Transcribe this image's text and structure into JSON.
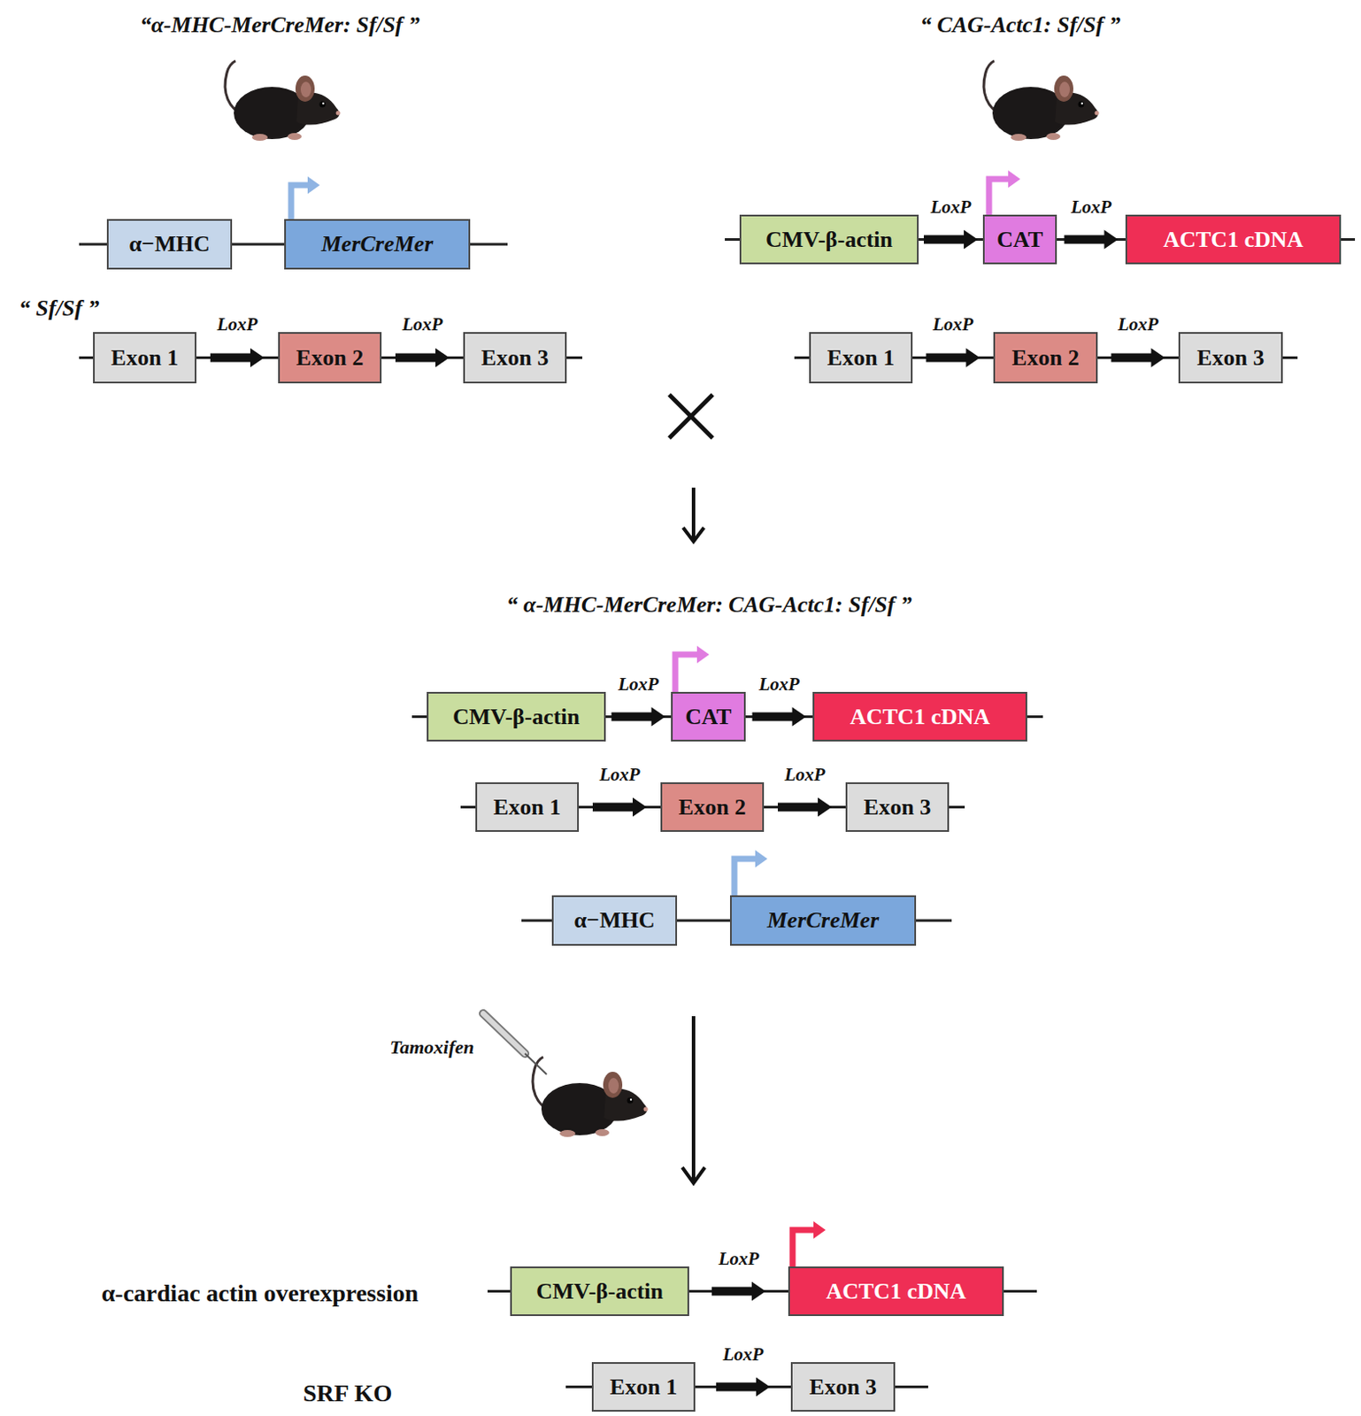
{
  "diagram": {
    "nodes": [
      {
        "text": [
          "α−MHC"
        ]
      },
      {
        "text": [
          "MerCreMer"
        ]
      },
      {
        "text": [
          "CMV-β-actin"
        ]
      },
      {
        "text": [
          "CAT"
        ]
      },
      {
        "text": [
          "ACTC1 cDNA"
        ]
      },
      {
        "text": [
          "Exon 1"
        ]
      },
      {
        "text": [
          "Exon 2"
        ]
      },
      {
        "text": [
          "Exon 3"
        ]
      },
      {
        "text": [
          "Exon 1"
        ]
      },
      {
        "text": [
          "Exon 2"
        ]
      },
      {
        "text": [
          "Exon 3"
        ]
      },
      {
        "text": [
          "CMV-β-actin"
        ]
      },
      {
        "text": [
          "CAT"
        ]
      },
      {
        "text": [
          "ACTC1 cDNA"
        ]
      },
      {
        "text": [
          "Exon 1"
        ]
      },
      {
        "text": [
          "Exon 2"
        ]
      },
      {
        "text": [
          "Exon 3"
        ]
      },
      {
        "text": [
          "α−MHC"
        ]
      },
      {
        "text": [
          "MerCreMer"
        ]
      },
      {
        "text": [
          "CMV-β-actin"
        ]
      },
      {
        "text": [
          "ACTC1 cDNA"
        ]
      },
      {
        "text": [
          "Exon 1"
        ]
      },
      {
        "text": [
          "Exon 3"
        ]
      }
    ],
    "edges": [
      {
        "from": 0,
        "to": 1,
        "arrow": "none"
      },
      {
        "from": 2,
        "to": 3,
        "label": "LoxP",
        "arrow": "none"
      },
      {
        "from": 3,
        "to": 4,
        "label": "LoxP",
        "arrow": "none"
      },
      {
        "from": 5,
        "to": 6,
        "label": "LoxP",
        "arrow": "none"
      },
      {
        "from": 6,
        "to": 7,
        "label": "LoxP",
        "arrow": "none"
      },
      {
        "from": 8,
        "to": 9,
        "label": "LoxP",
        "arrow": "none"
      },
      {
        "from": 9,
        "to": 10,
        "label": "LoxP",
        "arrow": "none"
      },
      {
        "from": 11,
        "to": 12,
        "label": "LoxP",
        "arrow": "none"
      },
      {
        "from": 12,
        "to": 13,
        "label": "LoxP",
        "arrow": "none"
      },
      {
        "from": 14,
        "to": 15,
        "label": "LoxP",
        "arrow": "none"
      },
      {
        "from": 15,
        "to": 16,
        "label": "LoxP",
        "arrow": "none"
      },
      {
        "from": 17,
        "to": 18,
        "arrow": "none"
      },
      {
        "from": 19,
        "to": 20,
        "label": "LoxP",
        "arrow": "none"
      },
      {
        "from": 21,
        "to": 22,
        "label": "LoxP",
        "arrow": "none"
      }
    ],
    "labels": [
      "“α-MHC-MerCreMer: Sf/Sf ”",
      "“ CAG-Actc1: Sf/Sf ”",
      "“ Sf/Sf ”",
      "“ α-MHC-MerCreMer: CAG-Actc1: Sf/Sf ”",
      "Tamoxifen",
      "α-cardiac actin overexpression",
      "SRF KO"
    ]
  }
}
